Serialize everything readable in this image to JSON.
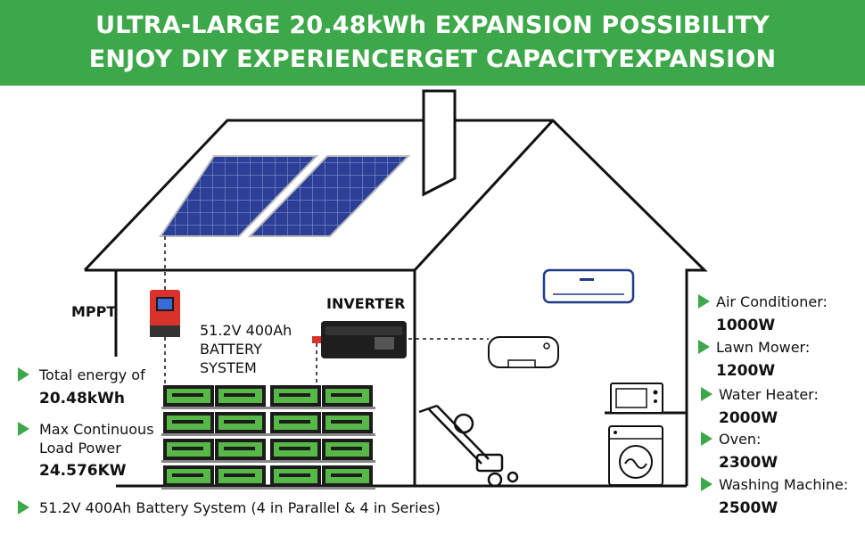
{
  "header": {
    "line1": "ULTRA-LARGE 20.48kWh EXPANSION POSSIBILITY",
    "line2": "ENJOY DIY EXPERIENCERGET CAPACITYEXPANSION"
  },
  "components": {
    "mppt_label": "MPPT",
    "inverter_label": "INVERTER",
    "battery_label": [
      "51.2V 400Ah",
      "BATTERY",
      "SYSTEM"
    ]
  },
  "specs": [
    {
      "label": "Total energy of",
      "value": "20.48kWh"
    },
    {
      "label": "Max Continuous",
      "label2": "Load Power",
      "value": "24.576KW"
    }
  ],
  "footer_note": "51.2V 400Ah Battery System (4 in Parallel & 4 in Series)",
  "appliances": [
    {
      "name": "Air Conditioner:",
      "power": "1000W"
    },
    {
      "name": "Lawn Mower:",
      "power": "1200W"
    },
    {
      "name": "Water Heater:",
      "power": "2000W"
    },
    {
      "name": "Oven:",
      "power": "2300W"
    },
    {
      "name": "Washing Machine:",
      "power": "2500W"
    }
  ],
  "colors": {
    "brand_green": "#3da84a",
    "battery_green": "#58b847",
    "solar_blue": "#2c3f96",
    "mppt_red": "#d8322a"
  }
}
